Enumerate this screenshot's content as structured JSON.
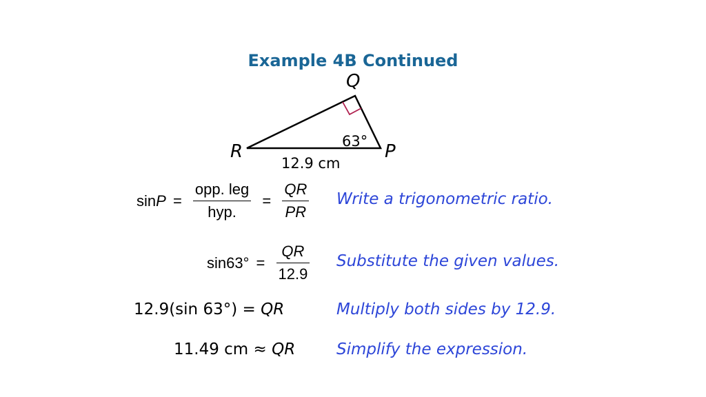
{
  "title": "Example 4B Continued",
  "diagram": {
    "vertex_q": "Q",
    "vertex_r": "R",
    "vertex_p": "P",
    "angle_label": "63°",
    "side_label": "12.9 cm"
  },
  "steps": [
    {
      "lhs_func": "sin",
      "lhs_var": "P",
      "eq1": "=",
      "frac1_num": "opp. leg",
      "frac1_den": "hyp.",
      "eq2": "=",
      "frac2_num": "QR",
      "frac2_den": "PR",
      "note": "Write a trigonometric ratio."
    },
    {
      "lhs": "sin63°",
      "eq": "=",
      "frac_num": "QR",
      "frac_den": "12.9",
      "note": "Substitute the given values."
    },
    {
      "lhs": "12.9(sin 63°) = ",
      "rhs": "QR",
      "note": "Multiply both sides by 12.9."
    },
    {
      "lhs": "11.49 cm ≈ ",
      "rhs": "QR",
      "note": "Simplify the expression."
    }
  ]
}
